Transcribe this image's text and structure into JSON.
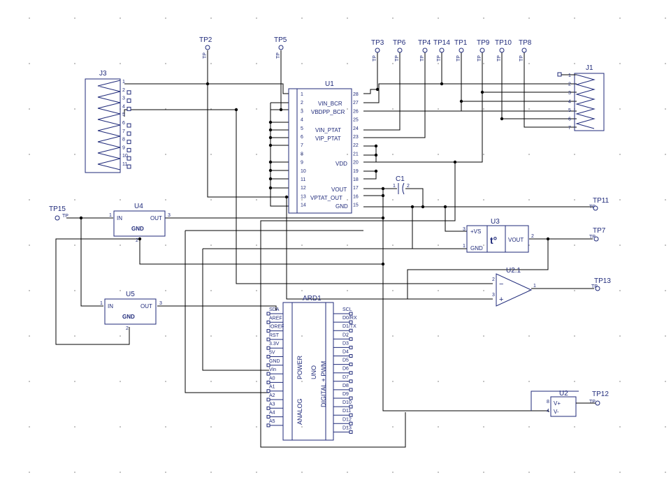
{
  "ref_des": {
    "tp2": "TP2",
    "tp5": "TP5",
    "tp3": "TP3",
    "tp6": "TP6",
    "tp4": "TP4",
    "tp14": "TP14",
    "tp1": "TP1",
    "tp9": "TP9",
    "tp10": "TP10",
    "tp8": "TP8",
    "tp11": "TP11",
    "tp7": "TP7",
    "tp13": "TP13",
    "tp12": "TP12",
    "tp15": "TP15",
    "j3": "J3",
    "j1": "J1",
    "u1": "U1",
    "u2": "U2",
    "u3": "U3",
    "u4": "U4",
    "u5": "U5",
    "u21": "U2.1",
    "c1": "C1",
    "ard1": "ARD1"
  },
  "tp_pin_label": "TP",
  "j3_pins": [
    "1",
    "2",
    "3",
    "4",
    "5",
    "6",
    "7",
    "8",
    "9",
    "10",
    "11"
  ],
  "j1_pins": [
    "1",
    "2",
    "3",
    "4",
    "5",
    "6",
    "7"
  ],
  "u1": {
    "left_pins": [
      "1",
      "2",
      "3",
      "4",
      "5",
      "6",
      "7",
      "8",
      "9",
      "10",
      "11",
      "12",
      "13",
      "14"
    ],
    "right_pins": [
      "28",
      "27",
      "26",
      "25",
      "24",
      "23",
      "22",
      "21",
      "20",
      "19",
      "18",
      "17",
      "16",
      "15"
    ],
    "signals": [
      "VIN_BCR",
      "VBDPP_BCR",
      "VIN_PTAT",
      "VIP_PTAT",
      "VDD",
      "VOUT",
      "VPTAT_OUT",
      "GND"
    ]
  },
  "c1_pins": [
    "1",
    "2"
  ],
  "u4": {
    "in": "IN",
    "out": "OUT",
    "gnd": "GND",
    "pin_in": "1",
    "pin_out": "3",
    "pin_gnd": "2"
  },
  "u5": {
    "in": "IN",
    "out": "OUT",
    "gnd": "GND",
    "pin_in": "1",
    "pin_out": "3",
    "pin_gnd": "2"
  },
  "u3": {
    "vs": "+VS",
    "gnd": "GND",
    "vout": "VOUT",
    "symbol": "t°",
    "pin_vs": "3",
    "pin_gnd": "1",
    "pin_vout": "2"
  },
  "u21": {
    "minus": "−",
    "plus": "+",
    "pin_minus": "2",
    "pin_plus": "3",
    "pin_out": "1"
  },
  "u2": {
    "vplus": "V+",
    "vminus": "V-",
    "pin_vplus": "8",
    "pin_vminus": "4"
  },
  "ard1": {
    "left_pins": [
      "SDA",
      "AREF",
      "IOREF",
      "RST",
      "3.3V",
      "5V",
      "GND",
      "Vin",
      "A0",
      "A1",
      "A2",
      "A3",
      "A4",
      "A5"
    ],
    "right_pins": [
      "SCL",
      "D0/RX",
      "D1/TX",
      "D2",
      "D3",
      "D4",
      "D5",
      "D6",
      "D7",
      "D8",
      "D9",
      "D10",
      "D11",
      "D12",
      "D13"
    ],
    "group_power": "POWER",
    "group_uno": "UNO",
    "group_analog": "ANALOG",
    "group_digital": "DIGITAL + PWM"
  },
  "colors": {
    "symbol": "#1f2a7a",
    "wire": "#000000",
    "grid": "#9a9a9a"
  }
}
